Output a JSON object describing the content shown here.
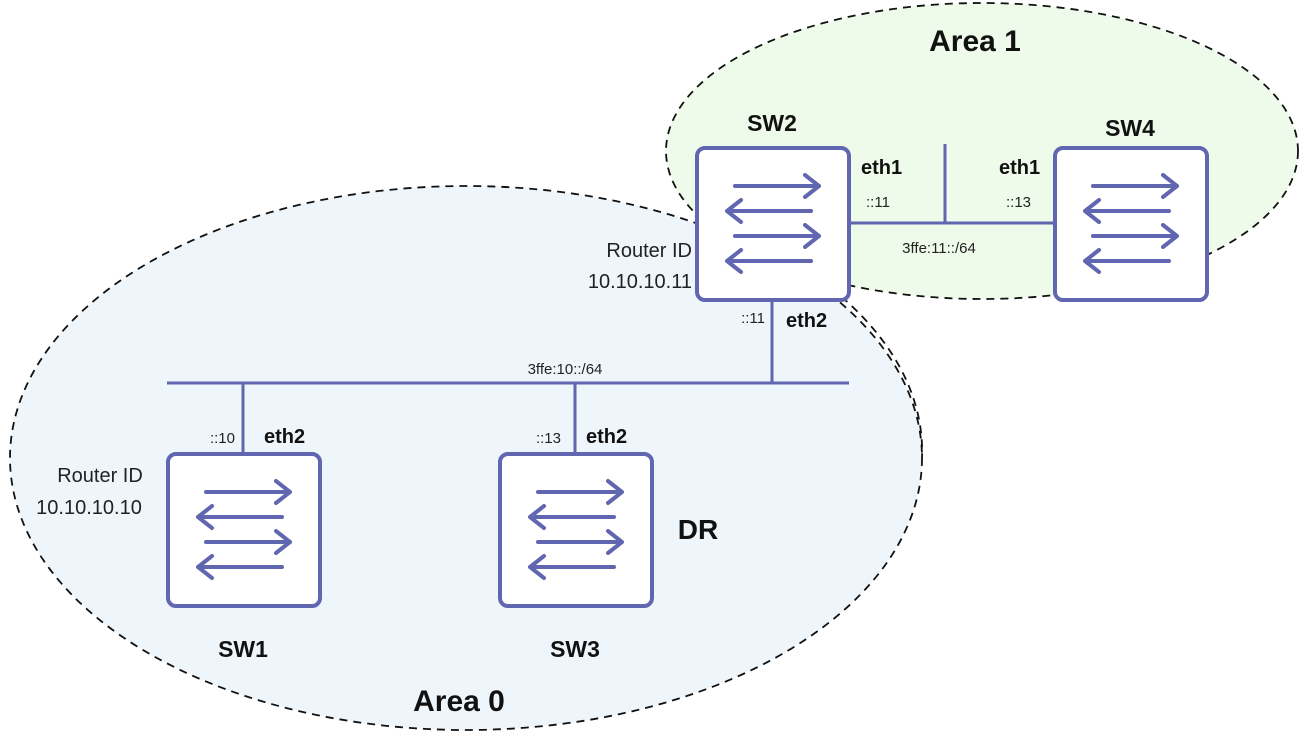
{
  "areas": {
    "area0": {
      "label": "Area 0",
      "fill": "#eef6fc"
    },
    "area1": {
      "label": "Area 1",
      "fill": "#eefbea"
    }
  },
  "switches": {
    "sw1": {
      "name": "SW1",
      "router_id_label": "Router ID",
      "router_id": "10.10.10.10",
      "port": "eth2",
      "addr": "::10"
    },
    "sw2": {
      "name": "SW2",
      "router_id_label": "Router ID",
      "router_id": "10.10.10.11",
      "port_eth1": "eth1",
      "addr_eth1": "::11",
      "port_eth2": "eth2",
      "addr_eth2": "::11"
    },
    "sw3": {
      "name": "SW3",
      "port": "eth2",
      "addr": "::13",
      "role": "DR"
    },
    "sw4": {
      "name": "SW4",
      "port": "eth1",
      "addr": "::13"
    }
  },
  "networks": {
    "net10": {
      "label": "3ffe:10::/64"
    },
    "net11": {
      "label": "3ffe:11::/64"
    }
  },
  "colors": {
    "accent": "#6166b0",
    "border_dash": "#111111"
  },
  "icons": {
    "switch": "switch-icon"
  }
}
